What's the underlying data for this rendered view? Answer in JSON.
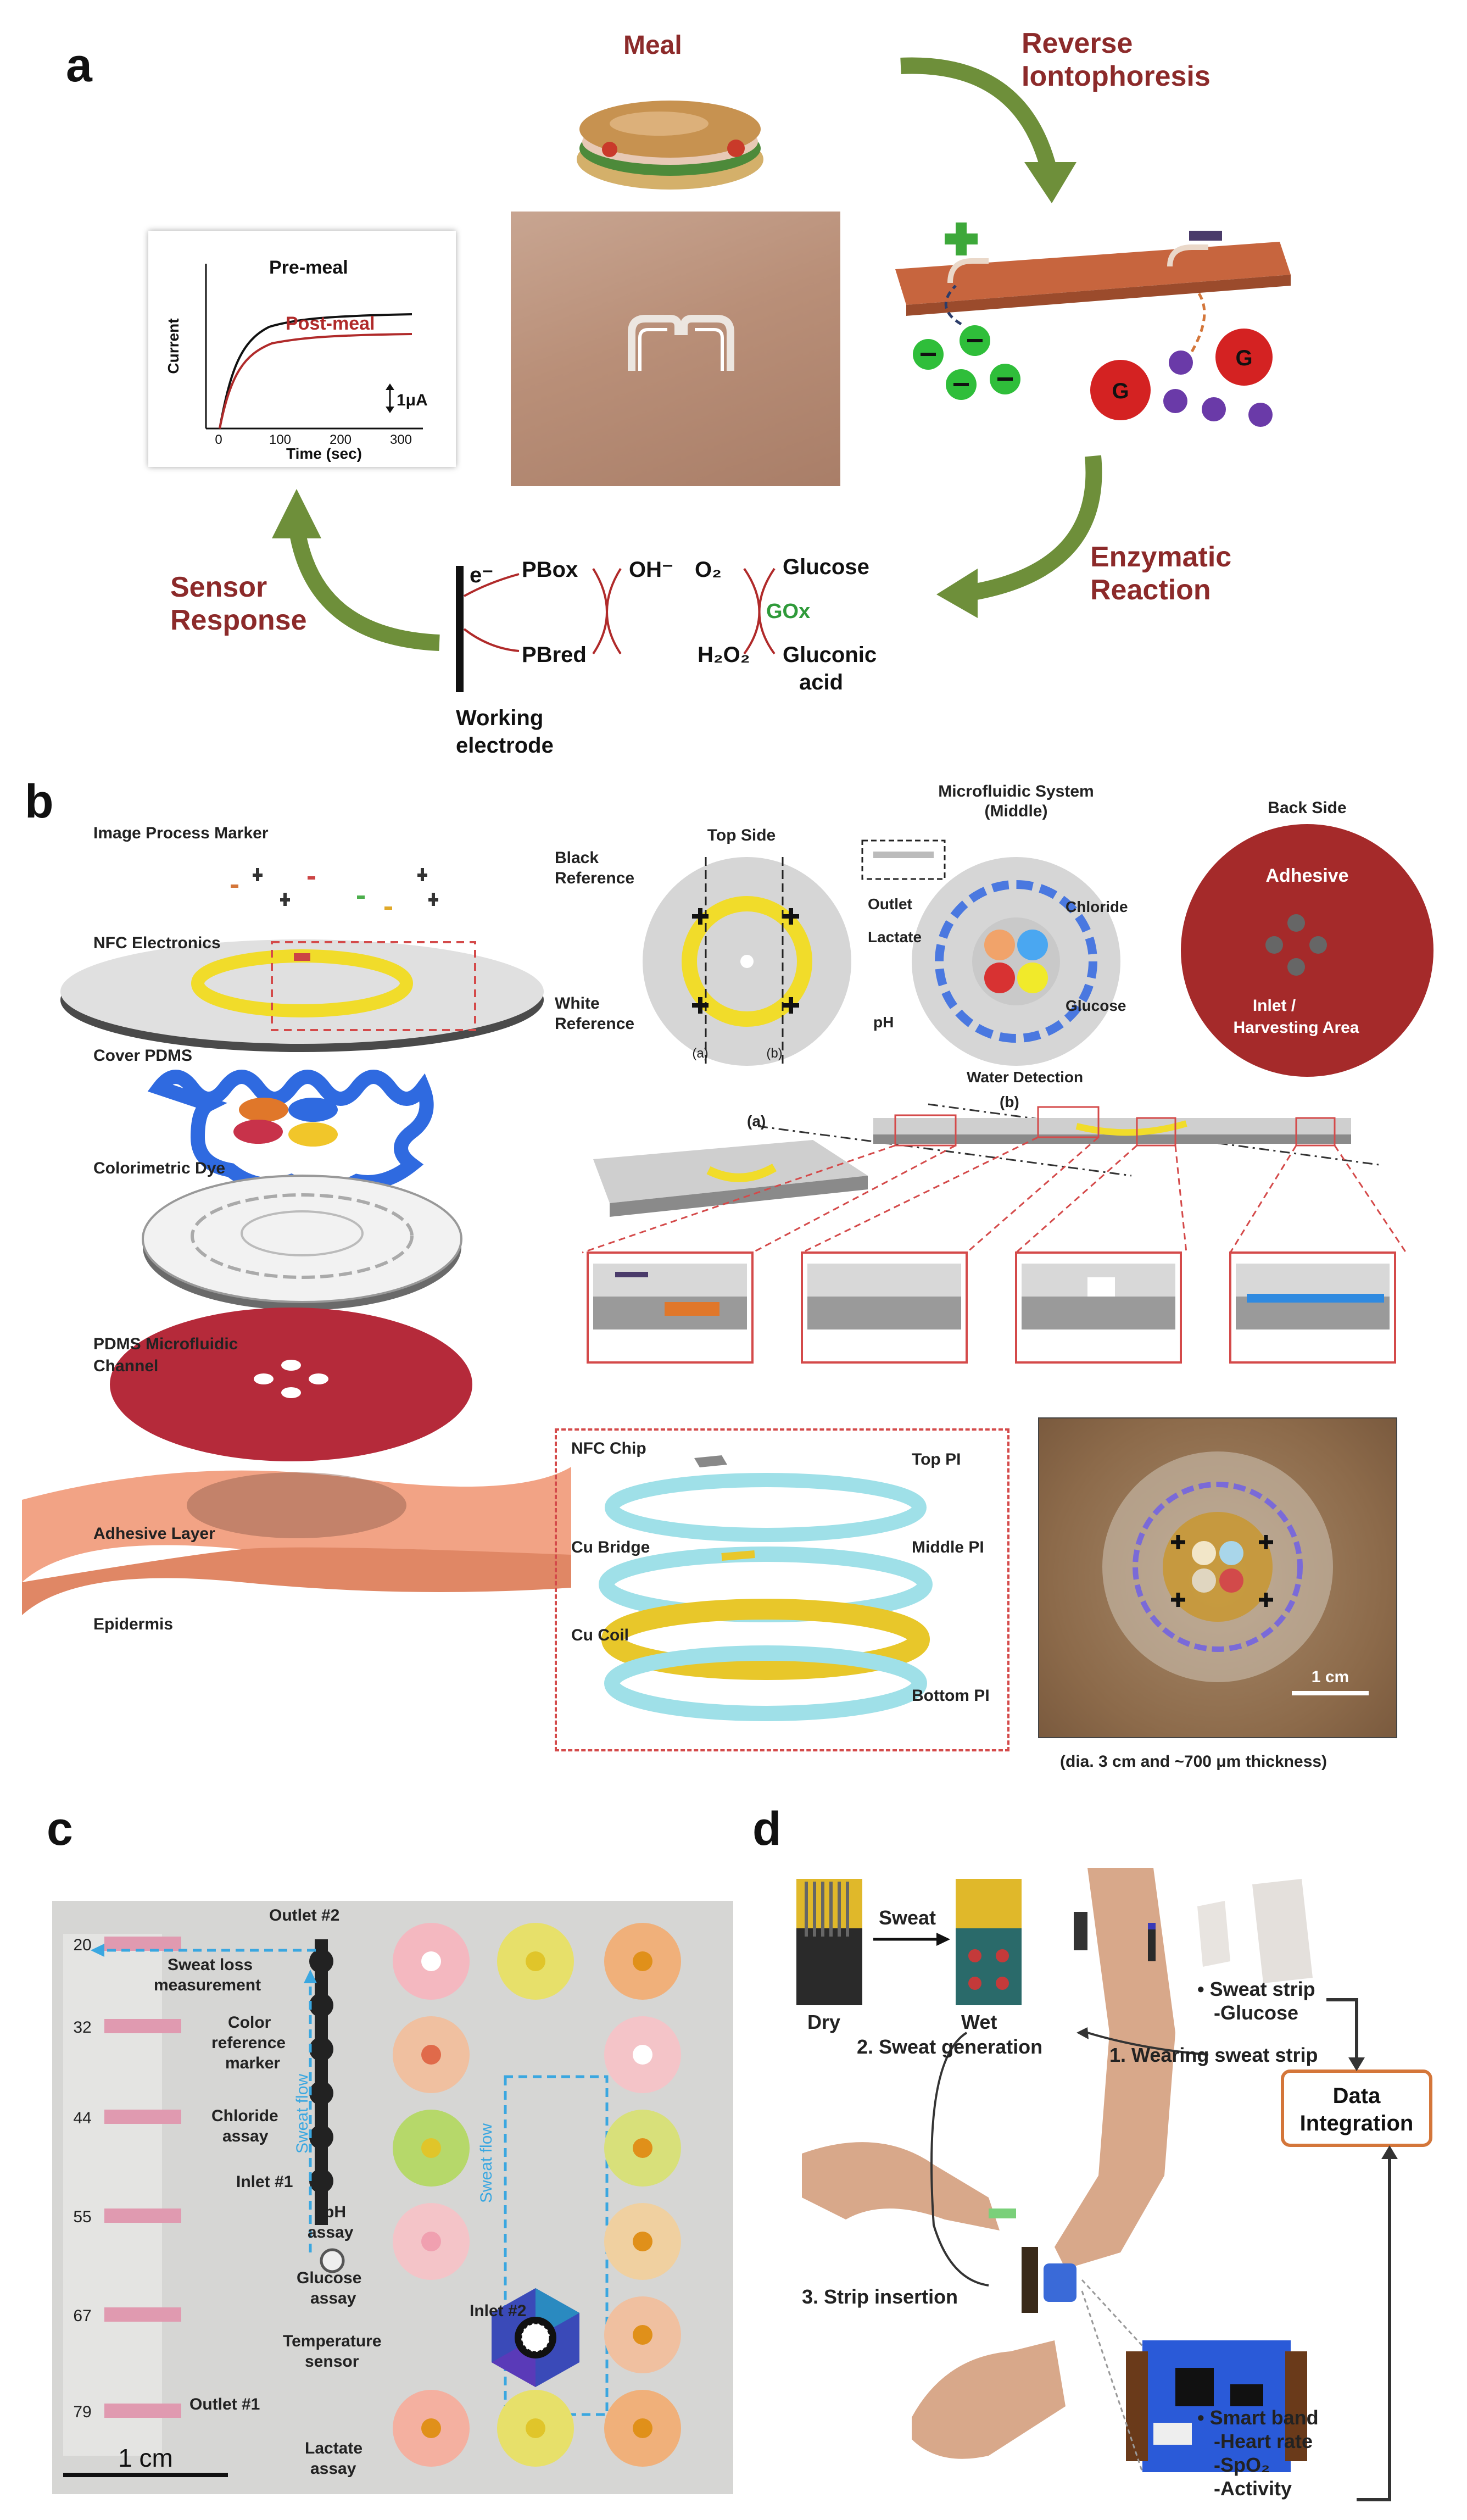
{
  "panels": {
    "a": "a",
    "b": "b",
    "c": "c",
    "d": "d"
  },
  "panel_a": {
    "steps": {
      "meal": "Meal",
      "iontophoresis_1": "Reverse",
      "iontophoresis_2": "Iontophoresis",
      "enzymatic_1": "Enzymatic",
      "enzymatic_2": "Reaction",
      "sensor_1": "Sensor",
      "sensor_2": "Response"
    },
    "ion_labels": {
      "glucose": "G"
    },
    "chemistry": {
      "electron": "e⁻",
      "pb_ox": "PBox",
      "pb_red": "PBred",
      "oh": "OH⁻",
      "o2": "O₂",
      "h2o2": "H₂O₂",
      "gox": "GOx",
      "glucose": "Glucose",
      "gluconic_1": "Gluconic",
      "gluconic_2": "acid",
      "electrode_1": "Working",
      "electrode_2": "electrode"
    },
    "plot": {
      "legend_pre": "Pre-meal",
      "legend_post": "Post-meal",
      "ylabel": "Current",
      "xlabel": "Time (sec)",
      "scalebar": "1μA",
      "xticks": [
        "0",
        "100",
        "200",
        "300"
      ]
    },
    "colors": {
      "pre": "#111111",
      "post": "#b02a2a",
      "arrow": "#6e8f3a",
      "label": "#8c2a2a"
    }
  },
  "panel_b": {
    "left_labels": {
      "marker": "Image Process Marker",
      "nfc": "NFC Electronics",
      "cover": "Cover PDMS",
      "dye": "Colorimetric Dye",
      "channel_1": "PDMS Microfluidic",
      "channel_2": "Channel",
      "adhesive": "Adhesive Layer",
      "epidermis": "Epidermis"
    },
    "top_side": {
      "title": "Top Side",
      "black_ref_1": "Black",
      "black_ref_2": "Reference",
      "white_ref_1": "White",
      "white_ref_2": "Reference",
      "cut_a": "(a)",
      "cut_b": "(b)"
    },
    "microfluidic": {
      "title_1": "Microfluidic System",
      "title_2": "(Middle)",
      "outlet": "Outlet",
      "chloride": "Chloride",
      "lactate": "Lactate",
      "ph": "pH",
      "glucose": "Glucose",
      "water": "Water Detection"
    },
    "back_side": {
      "title": "Back Side",
      "adhesive": "Adhesive",
      "inlet_1": "Inlet /",
      "inlet_2": "Harvesting Area"
    },
    "cross_section": {
      "a": "(a)",
      "b": "(b)"
    },
    "nfc_stack": {
      "chip": "NFC Chip",
      "top_pi": "Top PI",
      "bridge": "Cu Bridge",
      "middle_pi": "Middle PI",
      "coil": "Cu Coil",
      "bottom_pi": "Bottom PI"
    },
    "photo": {
      "scale": "1 cm",
      "caption": "(dia. 3 cm and ~700 μm thickness)"
    }
  },
  "panel_c": {
    "ruler": [
      "20",
      "32",
      "44",
      "55",
      "67",
      "79"
    ],
    "labels": {
      "outlet2": "Outlet #2",
      "sweat_loss_1": "Sweat loss",
      "sweat_loss_2": "measurement",
      "color_ref_1": "Color",
      "color_ref_2": "reference",
      "color_ref_3": "marker",
      "chloride_1": "Chloride",
      "chloride_2": "assay",
      "inlet1": "Inlet #1",
      "ph_1": "pH",
      "ph_2": "assay",
      "glucose_1": "Glucose",
      "glucose_2": "assay",
      "temp_1": "Temperature",
      "temp_2": "sensor",
      "inlet2": "Inlet #2",
      "lactate_1": "Lactate",
      "lactate_2": "assay",
      "outlet1": "Outlet #1",
      "sweat_flow": "Sweat flow",
      "scale": "1 cm"
    }
  },
  "panel_d": {
    "labels": {
      "sweat_arrow": "Sweat",
      "dry": "Dry",
      "wet": "Wet",
      "step2": "2. Sweat generation",
      "step1": "1. Wearing sweat strip",
      "step3": "3. Strip insertion",
      "strip_1": "• Sweat strip",
      "strip_2": "-Glucose",
      "data_1": "Data",
      "data_2": "Integration",
      "band_1": "• Smart band",
      "band_2": "-Heart rate",
      "band_3": "-SpO₂",
      "band_4": "-Activity"
    },
    "colors": {
      "box": "#d4763a"
    }
  }
}
